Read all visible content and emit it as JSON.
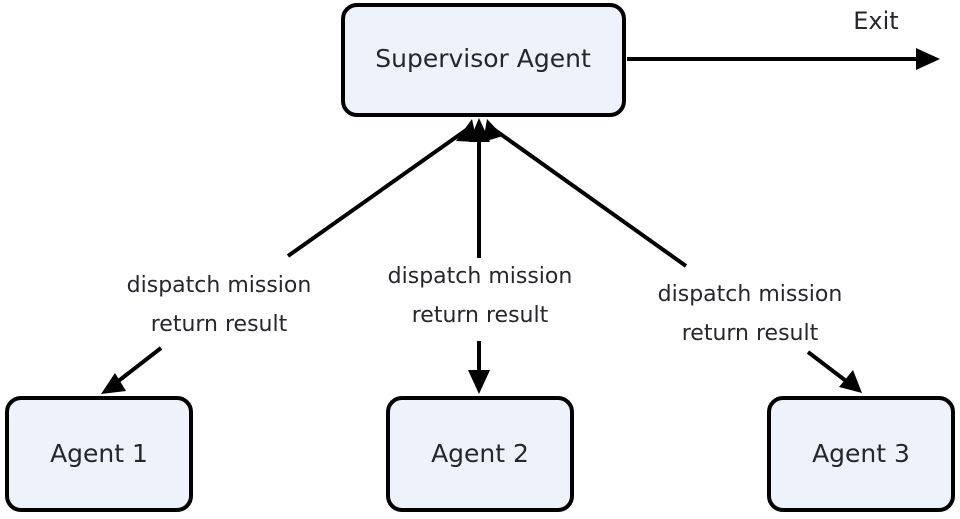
{
  "diagram": {
    "title": "Supervisor Agent multi-agent dispatch diagram",
    "background_color": "#ffffff",
    "node_fill_color": "#eef2fb",
    "node_stroke_color": "#000000",
    "text_color": "#26262d",
    "nodes": [
      {
        "id": "supervisor",
        "label": "Supervisor Agent"
      },
      {
        "id": "agent1",
        "label": "Agent 1"
      },
      {
        "id": "agent2",
        "label": "Agent 2"
      },
      {
        "id": "agent3",
        "label": "Agent 3"
      }
    ],
    "exit": {
      "label": "Exit"
    },
    "edges": [
      {
        "id": "edge-agent1",
        "from": "supervisor",
        "to": "agent1",
        "label_line1": "dispatch mission",
        "label_line2": "return result"
      },
      {
        "id": "edge-agent2",
        "from": "supervisor",
        "to": "agent2",
        "label_line1": "dispatch mission",
        "label_line2": "return result"
      },
      {
        "id": "edge-agent3",
        "from": "supervisor",
        "to": "agent3",
        "label_line1": "dispatch mission",
        "label_line2": "return result"
      }
    ]
  }
}
